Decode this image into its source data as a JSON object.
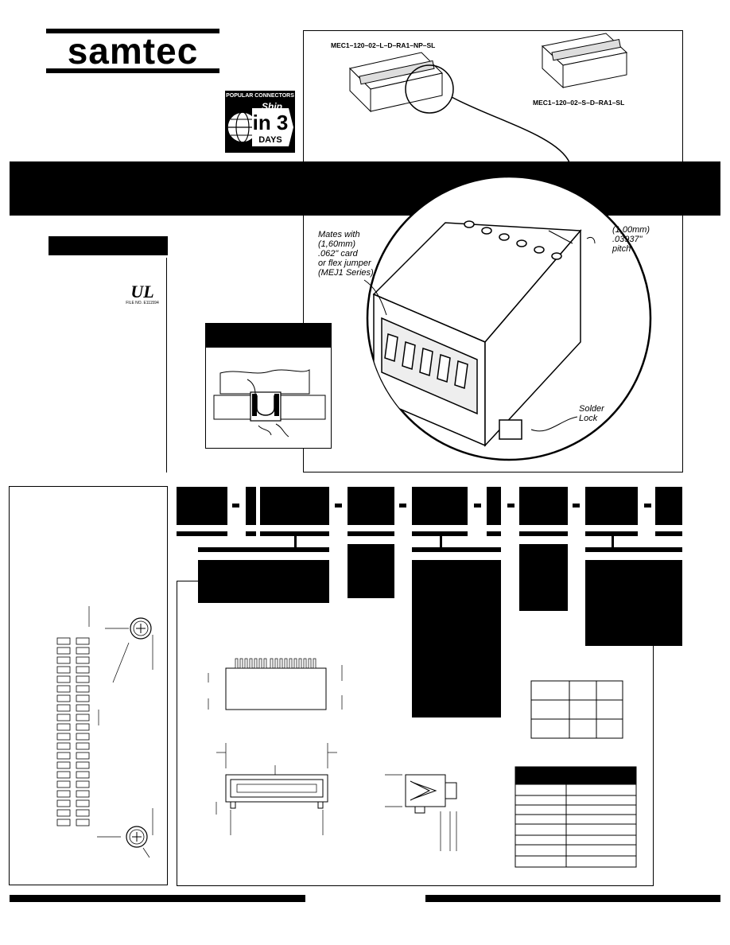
{
  "brand": {
    "name": "samtec"
  },
  "badge": {
    "top": "POPULAR CONNECTORS",
    "ship": "Ship",
    "big": "in 3",
    "days": "DAYS"
  },
  "ul": {
    "mark": "UL",
    "file": "FILE NO. E111594"
  },
  "photo": {
    "part_a": "MEC1–120–02–L–D–RA1–NP–SL",
    "part_b": "MEC1–120–02–S–D–RA1–SL",
    "callout_mates": [
      "Mates with",
      "(1,60mm)",
      ".062\" card",
      "or flex jumper",
      "(MEJ1 Series)"
    ],
    "callout_pitch": [
      "(1,00mm)",
      ".03937\"",
      "pitch"
    ],
    "callout_solder": [
      "Solder",
      "Lock"
    ]
  },
  "colors": {
    "ink": "#000000",
    "paper": "#ffffff"
  }
}
